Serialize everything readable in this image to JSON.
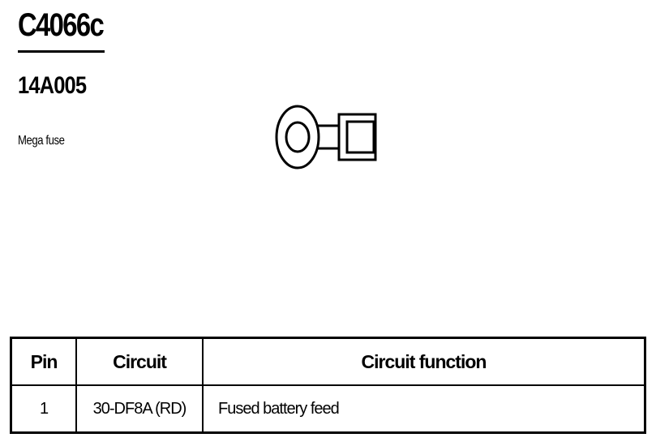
{
  "header": {
    "connector_id": "C4066c",
    "part_number": "14A005",
    "description": "Mega fuse"
  },
  "drawing": {
    "icon": "ring-terminal-connector-icon"
  },
  "pin_table": {
    "columns": [
      "Pin",
      "Circuit",
      "Circuit function"
    ],
    "rows": [
      [
        "1",
        "30-DF8A (RD)",
        "Fused battery feed"
      ]
    ]
  }
}
